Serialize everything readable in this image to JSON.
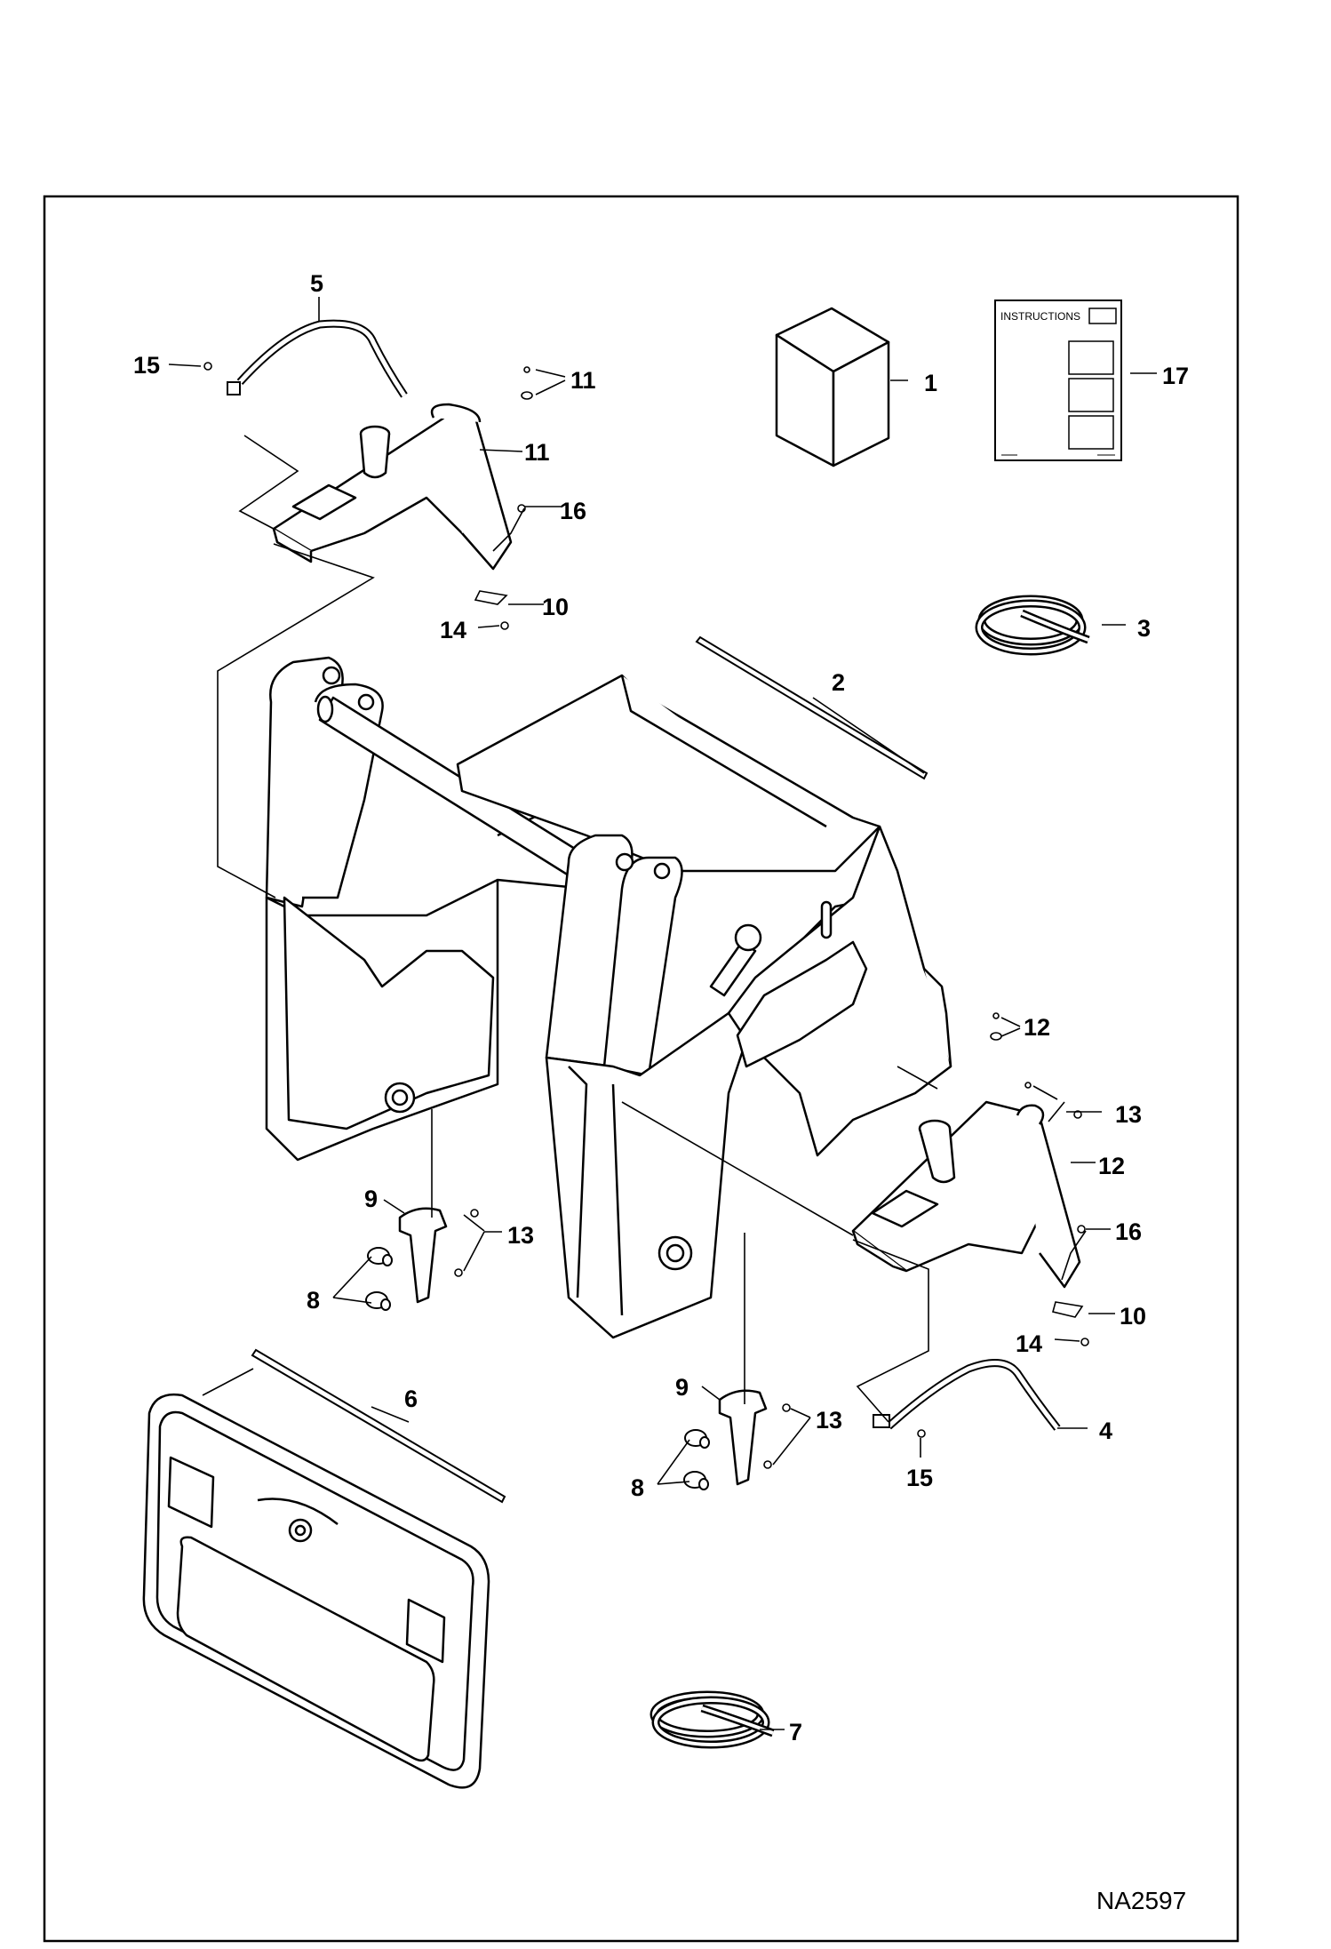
{
  "drawing_id": "NA2597",
  "instructions_title": "INSTRUCTIONS",
  "callouts": {
    "c1": "1",
    "c2": "2",
    "c3": "3",
    "c4": "4",
    "c5": "5",
    "c6": "6",
    "c7": "7",
    "c8a": "8",
    "c8b": "8",
    "c9a": "9",
    "c9b": "9",
    "c10a": "10",
    "c10b": "10",
    "c11a": "11",
    "c11b": "11",
    "c12a": "12",
    "c12b": "12",
    "c13a": "13",
    "c13b": "13",
    "c13c": "13",
    "c14a": "14",
    "c14b": "14",
    "c15a": "15",
    "c15b": "15",
    "c16a": "16",
    "c16b": "16",
    "c17": "17"
  }
}
